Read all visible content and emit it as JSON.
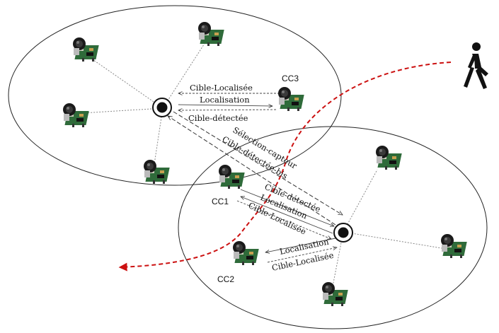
{
  "diagram": {
    "sensors": {
      "cc1": "CC1",
      "cc2": "CC2",
      "cc3": "CC3"
    },
    "messages_top": {
      "cible_localisee": "Cible-Localisée",
      "localisation": "Localisation",
      "cible_detectee": "Cible-détectée"
    },
    "messages_inter": {
      "selection_capteur": "Sélection-capteur",
      "cible_detectee_bis": "Cible-détectée-bis"
    },
    "messages_cc1": {
      "cible_detectee": "Cible-détectée",
      "localisation": "Localisation",
      "cible_localisee": "Cible-Localisée"
    },
    "messages_cc2": {
      "localisation": "Localisation",
      "cible_localisee": "Cible-Localisée"
    },
    "icons": {
      "person": "walking-person-icon",
      "sensor": "sensor-node-icon",
      "cluster_head": "cluster-head-icon"
    },
    "colors": {
      "trajectory": "#cc1111",
      "ellipse": "#222222",
      "dotted": "#888888"
    }
  }
}
